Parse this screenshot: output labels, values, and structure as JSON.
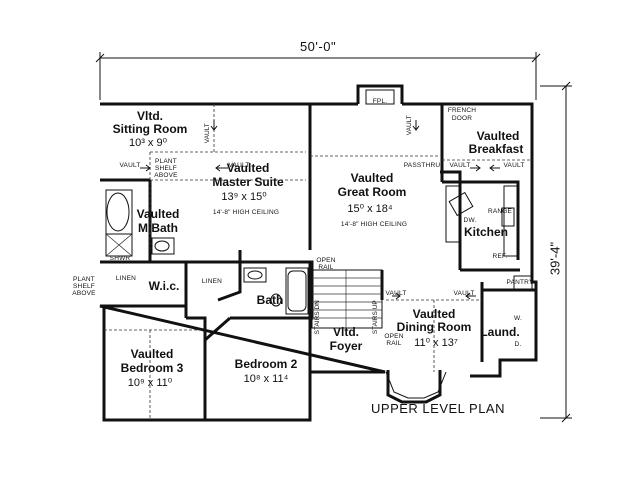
{
  "dimensions": {
    "width": "50'-0\"",
    "depth": "39'-4\""
  },
  "plan_title": "UPPER LEVEL PLAN",
  "rooms": {
    "sitting": {
      "l1": "Vltd.",
      "l2": "Sitting Room",
      "dim": "10³ x 9⁰"
    },
    "master": {
      "l1": "Vaulted",
      "l2": "Master Suite",
      "dim": "13⁹ x 15⁰",
      "ceiling": "14'-8\" HIGH CEILING"
    },
    "great": {
      "l1": "Vaulted",
      "l2": "Great Room",
      "dim": "15⁰ x 18⁴",
      "ceiling": "14'-8\" HIGH CEILING"
    },
    "breakfast": {
      "l1": "Vaulted",
      "l2": "Breakfast"
    },
    "kitchen": {
      "l1": "Kitchen"
    },
    "mbath": {
      "l1": "Vaulted",
      "l2": "M.Bath"
    },
    "wic": {
      "l1": "W.i.c."
    },
    "bath": {
      "l1": "Bath"
    },
    "bed3": {
      "l1": "Vaulted",
      "l2": "Bedroom 3",
      "dim": "10⁹ x 11⁰"
    },
    "bed2": {
      "l1": "Bedroom 2",
      "dim": "10⁸ x 11⁴"
    },
    "foyer": {
      "l1": "Vltd.",
      "l2": "Foyer"
    },
    "dining": {
      "l1": "Vaulted",
      "l2": "Dining Room",
      "dim": "11⁰ x 13⁷"
    },
    "laundry": {
      "l1": "Laund."
    }
  },
  "notes": {
    "fpl": "FPL.",
    "french1": "FRENCH",
    "french2": "DOOR",
    "vault": "VAULT",
    "plant1": "PLANT",
    "plant2": "SHELF",
    "plant3": "ABOVE",
    "plant_side1": "PLANT",
    "plant_side2": "SHELF",
    "plant_side3": "ABOVE",
    "passthru": "PASSTHRU",
    "range": "RANGE",
    "dw": "DW.",
    "ref": "REF.",
    "pantry": "PANTRY",
    "shwr": "SHWR",
    "linen": "LINEN",
    "open1": "OPEN",
    "rail": "RAIL",
    "open2": "OPEN",
    "rail2": "RAIL",
    "stairs_dn": "STAIRS DN",
    "stairs_up": "STAIRS UP",
    "w": "W.",
    "d": "D."
  }
}
